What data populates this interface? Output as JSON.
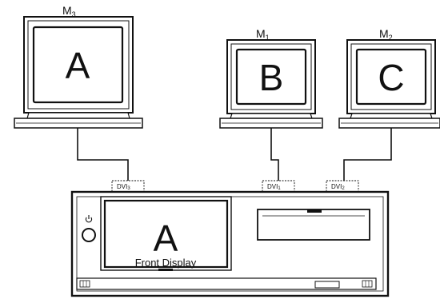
{
  "monitors": [
    {
      "name_main": "M",
      "name_sub": "3",
      "screen_letter": "A"
    },
    {
      "name_main": "M",
      "name_sub": "1",
      "screen_letter": "B"
    },
    {
      "name_main": "M",
      "name_sub": "2",
      "screen_letter": "C"
    }
  ],
  "ports": [
    {
      "label_main": "DVI",
      "label_sub": "3"
    },
    {
      "label_main": "DVI",
      "label_sub": "1"
    },
    {
      "label_main": "DVI",
      "label_sub": "2"
    }
  ],
  "front_display": {
    "letter": "A",
    "caption": "Front Display"
  },
  "icons": {
    "power": "power-icon"
  }
}
